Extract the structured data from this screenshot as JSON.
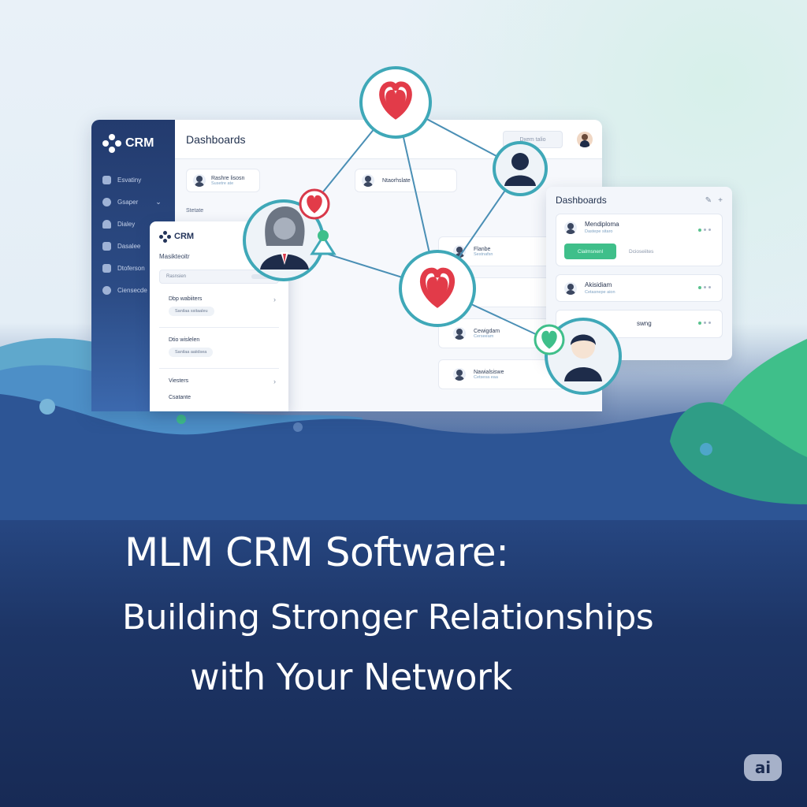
{
  "headline": {
    "line1": "MLM CRM Software:",
    "line2": "Building Stronger Relationships",
    "line3": "with Your Network"
  },
  "badge": "ai",
  "main_window": {
    "logo": "CRM",
    "title": "Dashboards",
    "search_text": "Dxem talio",
    "sidebar": [
      {
        "label": "Esvatiny",
        "icon": "square-icon"
      },
      {
        "label": "Gsaper",
        "icon": "group-icon",
        "chevron": "⌄"
      },
      {
        "label": "Dialey",
        "icon": "user-icon"
      },
      {
        "label": "Dasalee",
        "icon": "chart-icon"
      },
      {
        "label": "Dtoferson",
        "icon": "grid-icon"
      },
      {
        "label": "Ciensecde",
        "icon": "globe-icon"
      }
    ],
    "top_card": {
      "name": "Rashre lisosn",
      "sub": "Susetre ate"
    },
    "top_card2": {
      "name": "Ntaorhslate"
    },
    "status_label": "Stetate",
    "contacts": [
      {
        "name": "Flanbe",
        "sub": "Sestnafsn"
      },
      {
        "name": "",
        "sub": ""
      },
      {
        "name": "Cewigdam",
        "sub": "Cerseeam"
      },
      {
        "name": "Nawialsiswe",
        "sub": "Cetsesa eaa"
      }
    ]
  },
  "left_window": {
    "logo": "CRM",
    "subtitle": "Masikteoitr",
    "search_text": "Rasnsien",
    "items": [
      {
        "label": "Dbp wabiiters",
        "pill": "Sanilaa ssitaaleu",
        "chevron": "›"
      },
      {
        "label": "Dtio wislelen",
        "pill": "Sanilaa aaiidsea",
        "chevron": ""
      },
      {
        "label": "Viesters",
        "pill": "",
        "chevron": "›"
      },
      {
        "label": "Csatante",
        "pill": "",
        "chevron": ""
      }
    ]
  },
  "right_window": {
    "title": "Dashboards",
    "card1": {
      "name": "Mendiploma",
      "sub": "Dastepe sitaro",
      "button": "Cialmsnenl",
      "link": "Dcioseiites"
    },
    "card2": {
      "name": "Akisidiam",
      "sub": "Cetasnepe aion"
    },
    "card3": {
      "name": "swng"
    }
  },
  "colors": {
    "heart": "#e23b49",
    "node_ring": "#3fa8b8",
    "accent_green": "#3fbf8a",
    "sidebar": "#233b6e",
    "background_dark": "#172a55"
  }
}
